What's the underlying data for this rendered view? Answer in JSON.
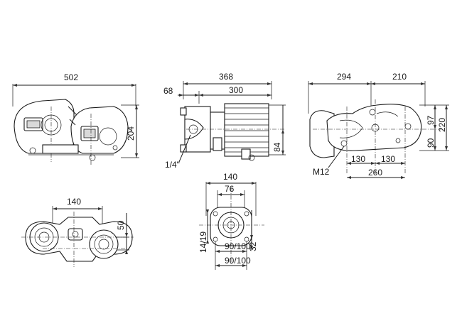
{
  "views": {
    "front": {
      "width": "502",
      "height": "204"
    },
    "side": {
      "overall": "368",
      "flange_offset": "68",
      "body_length": "300",
      "height": "84",
      "thread": "1/4\""
    },
    "rear": {
      "left": "294",
      "right": "210",
      "h1": "97",
      "h2": "220",
      "h3": "90",
      "bolt": "M12",
      "bottom1": "130",
      "bottom2": "130",
      "bottom_total": "260"
    },
    "top": {
      "spacing": "140",
      "offset": "50"
    },
    "flange": {
      "outer": "140",
      "inner": "76",
      "bolt_hole": "14/19",
      "pitch_vertical": "90/100",
      "pitch_horizontal": "90/100",
      "small": "32"
    }
  }
}
